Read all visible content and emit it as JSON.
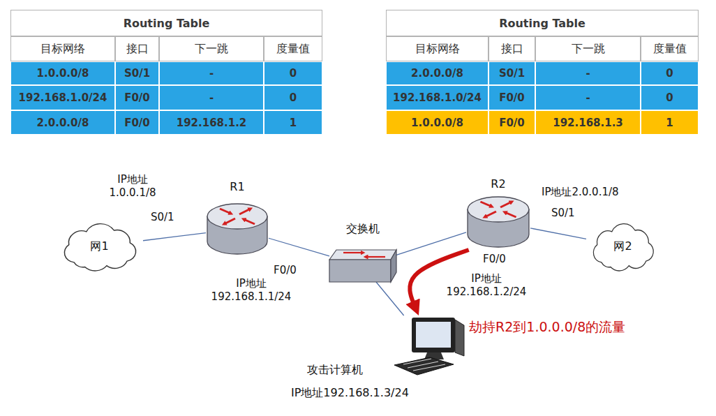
{
  "diagram": {
    "nodes": [
      {
        "text": [
          "网1"
        ]
      },
      {
        "text": [
          "R1"
        ]
      },
      {
        "text": [
          "交换机"
        ]
      },
      {
        "text": [
          "R2"
        ]
      },
      {
        "text": [
          "网2"
        ]
      },
      {
        "text": [
          "攻击计算机",
          "IP地址192.168.1.3/24"
        ]
      }
    ],
    "edges": [
      {
        "from": 0,
        "to": 1,
        "arrow": "none"
      },
      {
        "from": 1,
        "to": 2,
        "arrow": "none"
      },
      {
        "from": 2,
        "to": 3,
        "arrow": "none"
      },
      {
        "from": 3,
        "to": 4,
        "arrow": "none"
      },
      {
        "from": 2,
        "to": 5,
        "arrow": "none"
      },
      {
        "from": 3,
        "to": 5,
        "arrow": "to",
        "label": "劫持R2到1.0.0.0/8的流量"
      }
    ],
    "labels": [
      "Routing Table",
      "目标网络",
      "接口",
      "下一跳",
      "度量值",
      "1.0.0.0/8",
      "S0/1",
      "-",
      "0",
      "192.168.1.0/24",
      "F0/0",
      "-",
      "0",
      "2.0.0.0/8",
      "F0/0",
      "192.168.1.2",
      "1",
      "Routing Table",
      "目标网络",
      "接口",
      "下一跳",
      "度量值",
      "2.0.0.0/8",
      "S0/1",
      "-",
      "0",
      "192.168.1.0/24",
      "F0/0",
      "-",
      "0",
      "1.0.0.0/8",
      "F0/0",
      "192.168.1.3",
      "1",
      "IP地址 1.0.0.1/8",
      "S0/1",
      "F0/0",
      "IP地址 192.168.1.1/24",
      "IP地址2.0.0.1/8",
      "S0/1",
      "F0/0",
      "IP地址 192.168.1.2/24"
    ]
  }
}
